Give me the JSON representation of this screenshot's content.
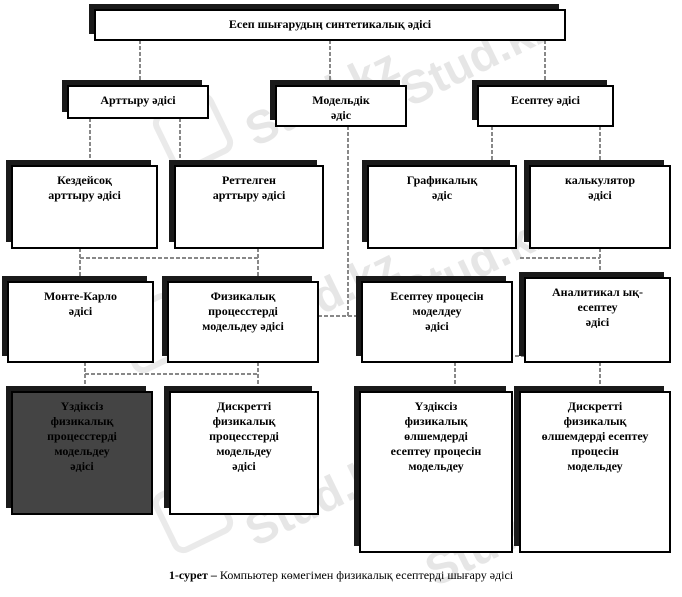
{
  "diagram": {
    "nodes": {
      "root": "Есеп шығарудың синтетикалық әдісі",
      "arttyru": "Арттыру әдісі",
      "modeldik": "Модельдік\nәдіс",
      "eseptey": "Есептеу әдісі",
      "kezdeisoq": "Кездейсоқ\nарттыру  әдісі",
      "rettelgen": "Реттелген\nарттыру  әдісі",
      "grafikalyq": "Графикалық\nәдіс",
      "kalkulyator": "калькулятор\nәдісі",
      "monte_karlo": "Монте-Карло\nәдісі",
      "fizikalyq": "Физикалық\nпроцесстерді\nмодельдеу әдісі",
      "eseptey_process": "Есептеу процесін\nмоделдеу\nәдісі",
      "analitikalyq": "Аналитикал ық-\nесептеу\nәдісі",
      "uzdiksiz_fiz": "Үздіксіз\nфизикалық\nпроцесстерді\nмодельдеу\nәдісі",
      "diskretti_fiz": "Дискретті\nфизикалық\nпроцесстерді\nмодельдеу\nәдісі",
      "uzdiksiz_olsh": "Үздіксіз\nфизикалық\nөлшемдерді\nесептеу процесін\nмодельдеу",
      "diskretti_olsh": "Дискретті\nфизикалық\nөлшемдерді есептеу\nпроцесін\nмодельдеу"
    }
  },
  "caption": {
    "label": "1-сурет –",
    "text": " Компьютер көмегімен  физикалық есептерді шығару әдісі"
  },
  "watermark": {
    "text": "Stud.kz"
  },
  "colors": {
    "border": "#000000",
    "shadow": "#1a1a1a",
    "dark_fill": "#444444",
    "connector": "#888888",
    "watermark": "#e6e6e6"
  }
}
